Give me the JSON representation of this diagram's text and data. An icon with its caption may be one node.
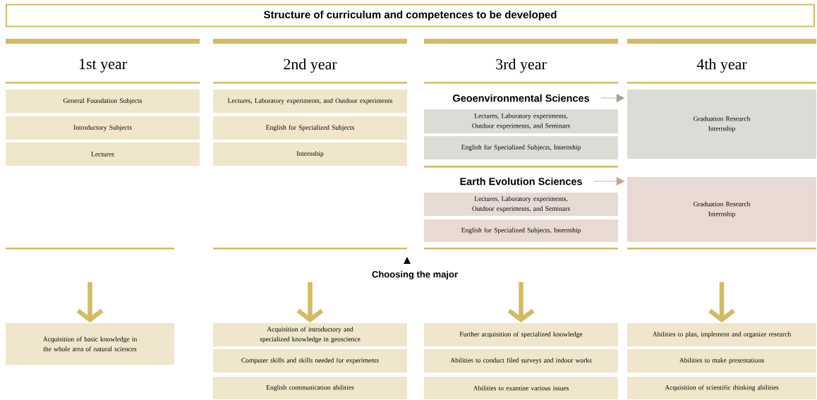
{
  "diagram": {
    "title": "Structure of curriculum and competences to be developed",
    "nodes": [
      {
        "text": [
          "General Foundation Subjects"
        ]
      },
      {
        "text": [
          "Introductory Subjects"
        ]
      },
      {
        "text": [
          "Lectures"
        ]
      },
      {
        "text": [
          "Lectures, Laboratory experiments, and Outdoor experiments"
        ]
      },
      {
        "text": [
          "English for Specialized Subjects"
        ]
      },
      {
        "text": [
          "Internship"
        ]
      },
      {
        "text": [
          "Geoenvironmental Sciences"
        ]
      },
      {
        "text": [
          "Lectures, Laboratory experiments, Outdoor experiments, and Seminars"
        ]
      },
      {
        "text": [
          "English for Specialized Subjects, Internship"
        ]
      },
      {
        "text": [
          "Graduation Research",
          "Internship"
        ]
      },
      {
        "text": [
          "Earth Evolution Sciences"
        ]
      },
      {
        "text": [
          "Lectures, Laboratory experiments, Outdoor experiments, and Seminars"
        ]
      },
      {
        "text": [
          "English for Specialized Subjects, Internship"
        ]
      },
      {
        "text": [
          "Graduation Research",
          "Internship"
        ]
      },
      {
        "text": [
          "Acquisition of basic knowledge in the whole area of natural sciences"
        ]
      },
      {
        "text": [
          "Acquisition of introductory and specialized knowledge in geoscience"
        ]
      },
      {
        "text": [
          "Computer skills and skills needed for experiments"
        ]
      },
      {
        "text": [
          "English communication abilities"
        ]
      },
      {
        "text": [
          "Further acquisition of specialized knowledge"
        ]
      },
      {
        "text": [
          "Abilities to conduct filed surveys and indoor works"
        ]
      },
      {
        "text": [
          "Abilities to examine various issues"
        ]
      },
      {
        "text": [
          "Abilities to plan, implement and organize research"
        ]
      },
      {
        "text": [
          "Abilities to make presentations"
        ]
      },
      {
        "text": [
          "Acquisition of scientific thinking abilities"
        ]
      }
    ],
    "edges": [
      {
        "from": 6,
        "to": 9,
        "arrow": "to",
        "color": "#9aa792"
      },
      {
        "from": 10,
        "to": 13,
        "arrow": "to",
        "color": "#c9a196"
      },
      {
        "from": null,
        "to": 14,
        "arrow": "to"
      },
      {
        "from": null,
        "to": 15,
        "arrow": "to"
      },
      {
        "from": null,
        "to": 18,
        "arrow": "to"
      },
      {
        "from": null,
        "to": 21,
        "arrow": "to"
      }
    ],
    "labels": [
      "1st year",
      "2nd year",
      "3rd year",
      "4th year",
      "Choosing the major"
    ]
  }
}
